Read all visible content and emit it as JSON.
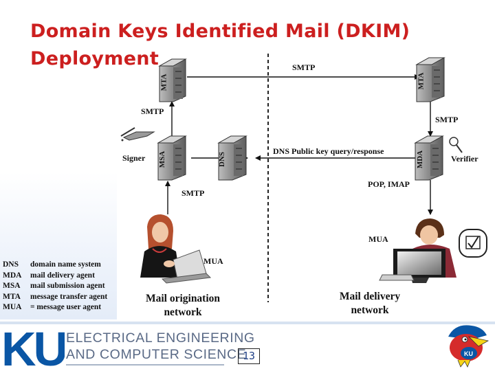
{
  "title": {
    "line1": "Domain Keys Identified Mail (DKIM)",
    "line2": "Deployment"
  },
  "diagram": {
    "servers": {
      "mta_left": "MTA",
      "msa": "MSA",
      "dns": "DNS",
      "mta_right": "MTA",
      "mda": "MDA"
    },
    "labels": {
      "smtp_top": "SMTP",
      "smtp_left_upper": "SMTP",
      "smtp_left_lower": "SMTP",
      "smtp_right": "SMTP",
      "dns_query": "DNS Public key query/response",
      "pop_imap": "POP, IMAP",
      "signer": "Signer",
      "verifier": "Verifier",
      "mua_left": "MUA",
      "mua_right": "MUA"
    },
    "networks": {
      "origination": [
        "Mail origination",
        "network"
      ],
      "delivery": [
        "Mail delivery",
        "network"
      ]
    }
  },
  "glossary": [
    {
      "abbr": "DNS",
      "def": "domain name system"
    },
    {
      "abbr": "MDA",
      "def": "mail delivery agent"
    },
    {
      "abbr": "MSA",
      "def": "mail submission agent"
    },
    {
      "abbr": "MTA",
      "def": "message transfer agent"
    },
    {
      "abbr": "MUA",
      "def": "= message user agent"
    }
  ],
  "footer": {
    "logo_letters": "KU",
    "dept_line1": "ELECTRICAL ENGINEERING",
    "dept_line2": "AND COMPUTER SCIENCE",
    "page_number": "13"
  },
  "colors": {
    "title": "#cc1f1f",
    "ku_blue": "#0a56a5",
    "dept_text": "#5a6a86",
    "jayhawk_red": "#d52b2b",
    "jayhawk_yellow": "#f6d417"
  }
}
